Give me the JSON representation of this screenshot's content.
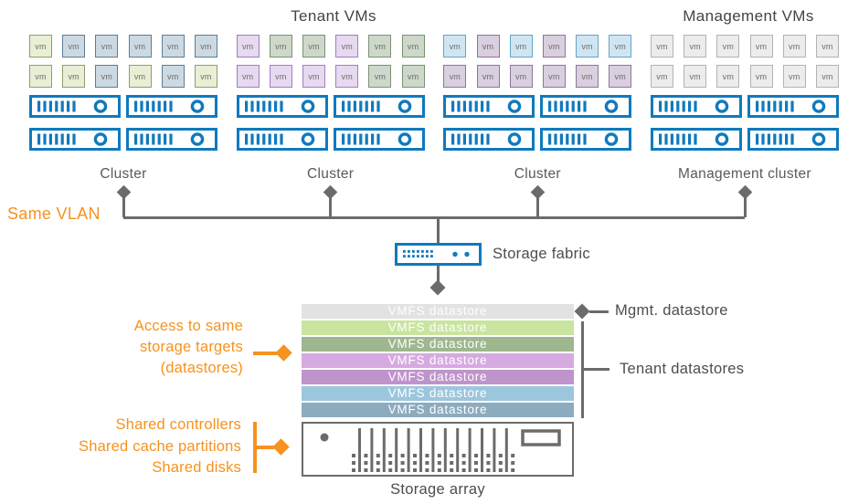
{
  "titles": {
    "tenant": "Tenant VMs",
    "management": "Management VMs"
  },
  "vlan_label": "Same VLAN",
  "storage_fabric_label": "Storage fabric",
  "storage_array_label": "Storage array",
  "vm_label": "vm",
  "colors": {
    "blue": "#0f7abe",
    "orange": "#f6921e",
    "line_gray": "#6b6b6b",
    "vm_palette": {
      "green": {
        "fill": "#e9efd4",
        "border": "#8e9e6f"
      },
      "blue": {
        "fill": "#cdd9e2",
        "border": "#5b7e95"
      },
      "lavender": {
        "fill": "#e6d9f0",
        "border": "#9e7fc0"
      },
      "sage": {
        "fill": "#cdd8ca",
        "border": "#7b9273"
      },
      "ltblue": {
        "fill": "#cfe6f2",
        "border": "#66a3c6"
      },
      "mauve": {
        "fill": "#d9cfdf",
        "border": "#8a7799"
      },
      "gray": {
        "fill": "#ececec",
        "border": "#b3b3b3"
      }
    }
  },
  "clusters": [
    {
      "label": "Cluster",
      "vms": [
        [
          "green",
          "blue",
          "blue",
          "blue",
          "blue",
          "blue"
        ],
        [
          "green",
          "green",
          "blue",
          "green",
          "blue",
          "green"
        ]
      ]
    },
    {
      "label": "Cluster",
      "vms": [
        [
          "lavender",
          "sage",
          "sage",
          "lavender",
          "sage",
          "sage"
        ],
        [
          "lavender",
          "lavender",
          "lavender",
          "lavender",
          "sage",
          "sage"
        ]
      ]
    },
    {
      "label": "Cluster",
      "vms": [
        [
          "ltblue",
          "mauve",
          "ltblue",
          "mauve",
          "ltblue",
          "ltblue"
        ],
        [
          "mauve",
          "mauve",
          "mauve",
          "mauve",
          "mauve",
          "mauve"
        ]
      ]
    },
    {
      "label": "Management cluster",
      "vms": [
        [
          "gray",
          "gray",
          "gray",
          "gray",
          "gray",
          "gray"
        ],
        [
          "gray",
          "gray",
          "gray",
          "gray",
          "gray",
          "gray"
        ]
      ]
    }
  ],
  "datastores": {
    "bar_label": "VMFS datastore",
    "bar_colors": [
      "#e2e2e2",
      "#c9e49f",
      "#9eb78f",
      "#d6aae0",
      "#bf93cc",
      "#9cc6dd",
      "#8cabbf"
    ],
    "mgmt_label": "Mgmt. datastore",
    "tenant_label": "Tenant datastores"
  },
  "annotations": {
    "access_lines": [
      "Access to same",
      "storage targets",
      "(datastores)"
    ],
    "shared_lines": [
      "Shared controllers",
      "Shared cache partitions",
      "Shared disks"
    ]
  }
}
